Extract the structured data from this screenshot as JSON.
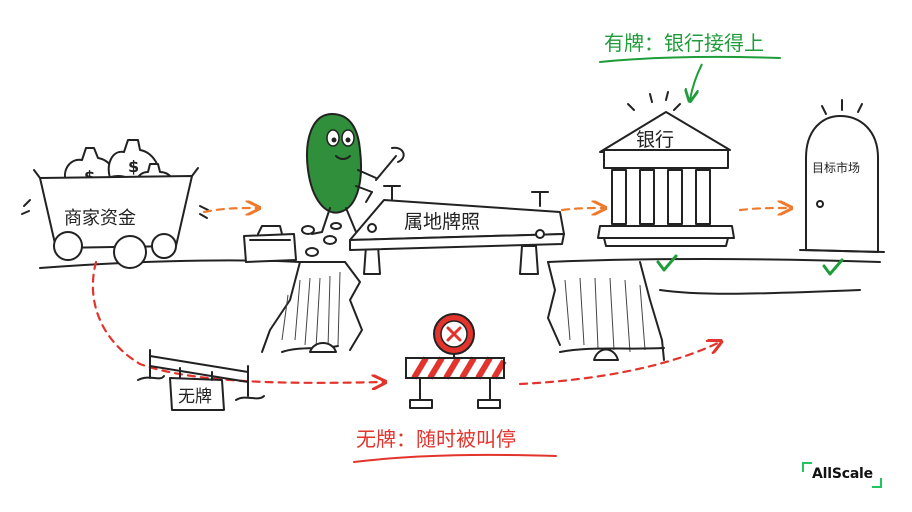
{
  "labels": {
    "cart": "商家资金",
    "license": "属地牌照",
    "bank": "银行",
    "door": "目标市场",
    "no_license_sign": "无牌",
    "caption_good": "有牌：银行接得上",
    "caption_bad": "无牌：随时被叫停"
  },
  "money_symbol": "$",
  "brand": {
    "name": "AllScale",
    "accent_color": "#22c55e"
  },
  "colors": {
    "success": "#1f9d3a",
    "danger": "#e2342c",
    "flow": "#f07a2b",
    "character": "#2f8f3a"
  }
}
